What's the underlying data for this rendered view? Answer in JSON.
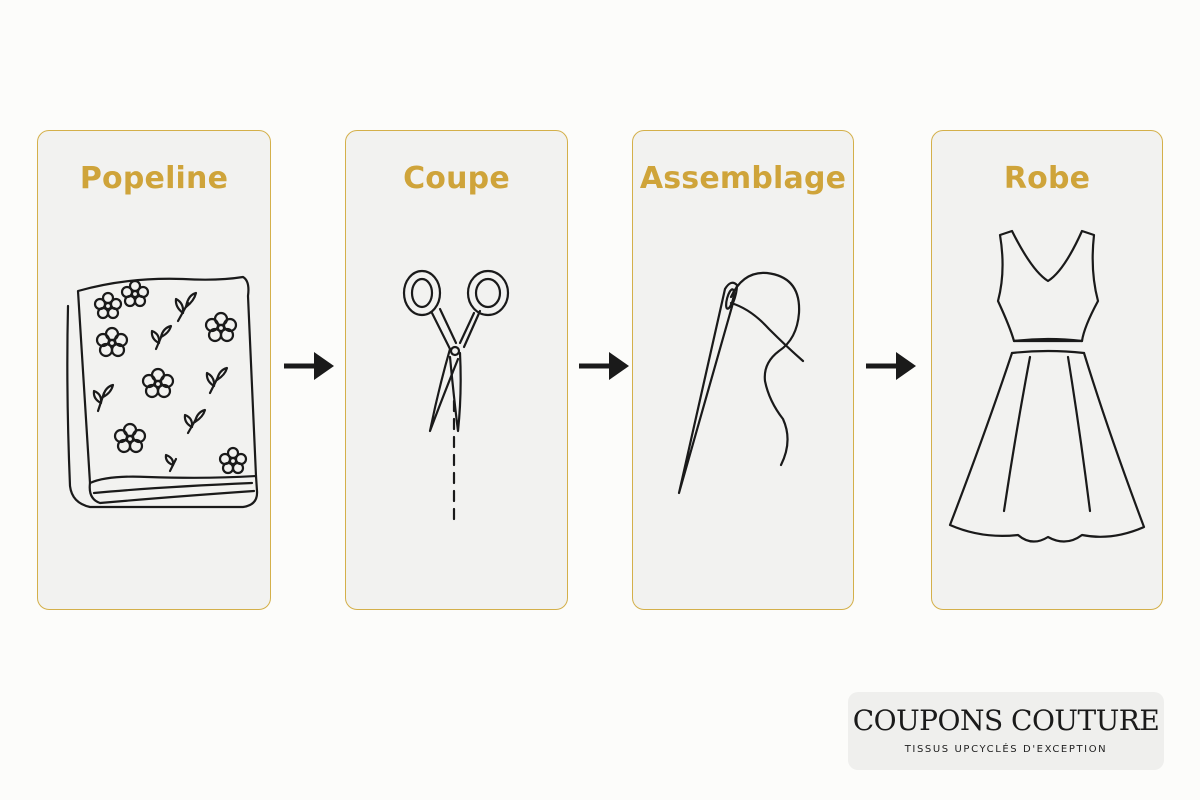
{
  "steps": [
    {
      "title": "Popeline",
      "icon": "folded-fabric-icon"
    },
    {
      "title": "Coupe",
      "icon": "scissors-icon"
    },
    {
      "title": "Assemblage",
      "icon": "needle-thread-icon"
    },
    {
      "title": "Robe",
      "icon": "dress-icon"
    }
  ],
  "brand": {
    "name": "COUPONS COUTURE",
    "tagline": "TISSUS UPCYCLÉS D'EXCEPTION"
  },
  "colors": {
    "accent": "#cfa43a",
    "border": "#d4b04a",
    "card": "#f2f2f0",
    "ink": "#1a1a1a"
  }
}
